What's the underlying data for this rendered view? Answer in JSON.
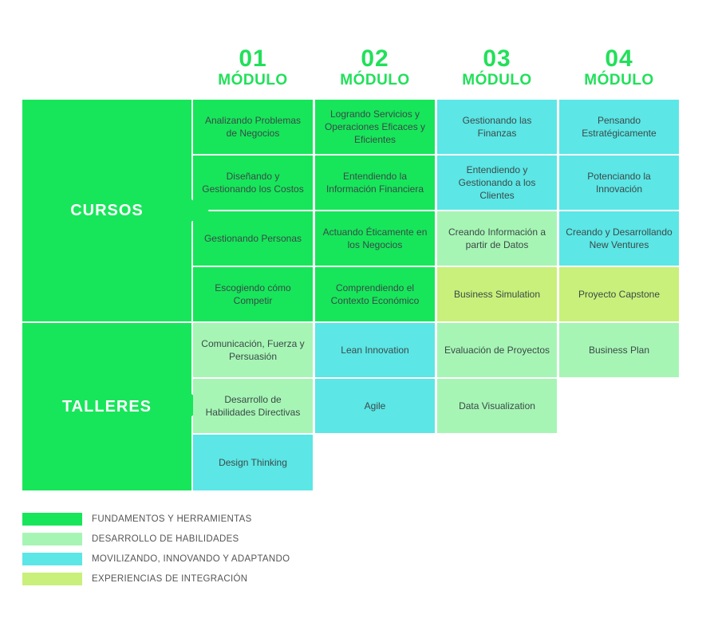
{
  "modules": [
    {
      "number": "01",
      "label": "MÓDULO"
    },
    {
      "number": "02",
      "label": "MÓDULO"
    },
    {
      "number": "03",
      "label": "MÓDULO"
    },
    {
      "number": "04",
      "label": "MÓDULO"
    }
  ],
  "rows": {
    "cursos": "CURSOS",
    "talleres": "TALLERES"
  },
  "cells": {
    "c1r1": "Analizando Problemas de Negocios",
    "c1r2": "Diseñando y Gestionando los Costos",
    "c1r3": "Gestionando Personas",
    "c1r4": "Escogiendo cómo Competir",
    "c1r5": "Comunicación, Fuerza y Persuasión",
    "c1r6": "Desarrollo de Habilidades Directivas",
    "c1r7": "Design Thinking",
    "c2r1": "Logrando Servicios y Operaciones Eficaces y Eficientes",
    "c2r2": "Entendiendo la Información Financiera",
    "c2r3": "Actuando Éticamente en los Negocios",
    "c2r4": "Comprendiendo el Contexto Económico",
    "c2r5": "Lean Innovation",
    "c2r6": "Agile",
    "c3r1": "Gestionando las Finanzas",
    "c3r2": "Entendiendo y Gestionando a los Clientes",
    "c3r3": "Creando Información a partir de Datos",
    "c3r4": "Business Simulation",
    "c3r5": "Evaluación de Proyectos",
    "c3r6": "Data Visualization",
    "c4r1": "Pensando Estratégicamente",
    "c4r2": "Potenciando la Innovación",
    "c4r3": "Creando y Desarrollando New Ventures",
    "c4r4": "Proyecto Capstone",
    "c4r5": "Business Plan"
  },
  "legend": [
    {
      "label": "FUNDAMENTOS Y HERRAMIENTAS",
      "color": "#17e65a"
    },
    {
      "label": "DESARROLLO DE HABILIDADES",
      "color": "#a7f5b5"
    },
    {
      "label": "MOVILIZANDO, INNOVANDO Y ADAPTANDO",
      "color": "#5ce6e6"
    },
    {
      "label": "EXPERIENCIAS DE INTEGRACIÓN",
      "color": "#c9f07a"
    }
  ]
}
